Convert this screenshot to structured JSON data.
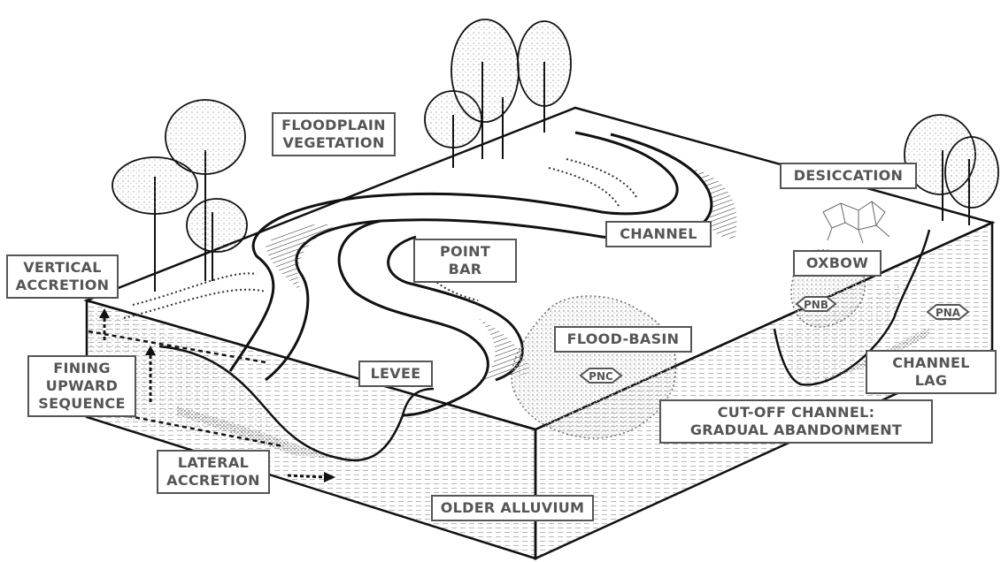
{
  "labels": {
    "floodplain_vegetation": [
      "FLOODPLAIN",
      "VEGETATION"
    ],
    "desiccation": "DESICCATION",
    "channel": "CHANNEL",
    "point_bar": "POINT BAR",
    "vertical_accretion": [
      "VERTICAL",
      "ACCRETION"
    ],
    "oxbow": "OXBOW",
    "flood_basin": "FLOOD-BASIN",
    "fining_upward_sequence": [
      "FINING",
      "UPWARD",
      "SEQUENCE"
    ],
    "levee": "LEVEE",
    "channel_lag": "CHANNEL LAG",
    "cut_off_channel": [
      "CUT-OFF CHANNEL:",
      "GRADUAL ABANDONMENT"
    ],
    "lateral_accretion": [
      "LATERAL",
      "ACCRETION"
    ],
    "older_alluvium": "OLDER ALLUVIUM"
  },
  "badges": {
    "pnb": "PNB",
    "pna": "PNA",
    "pnc": "PNC"
  },
  "colors": {
    "label_border": "#555555",
    "label_text": "#555555",
    "line": "#111111"
  }
}
